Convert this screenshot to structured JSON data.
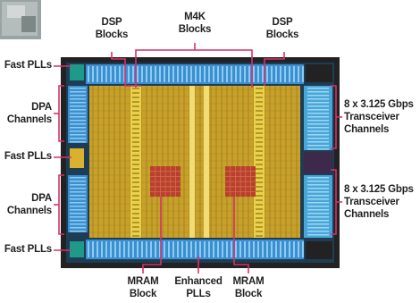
{
  "colors": {
    "background": "#ffffff",
    "label_text": "#222222",
    "callout": "#d6316b",
    "die_border": "#222222",
    "die_fill": "#1f3c55",
    "core_fill": "#c8a12a",
    "dsp_column": "#e9d24a",
    "mram_fill": "#b8412e",
    "io_ring": "#3b8fd1",
    "io_ring_light": "#8ecbf0",
    "transceiver": "#48a6d8",
    "pll_block": "#1e9a8a",
    "thumbnail_photo": "#9aa3a3"
  },
  "labels": {
    "dsp_blocks_left": [
      "DSP",
      "Blocks"
    ],
    "m4k_blocks": [
      "M4K",
      "Blocks"
    ],
    "dsp_blocks_right": [
      "DSP",
      "Blocks"
    ],
    "fast_plls_top": "Fast PLLs",
    "dpa_channels_top": [
      "DPA",
      "Channels"
    ],
    "fast_plls_middle": "Fast PLLs",
    "dpa_channels_bottom": [
      "DPA",
      "Channels"
    ],
    "fast_plls_bottom": "Fast PLLs",
    "transceiver_top": [
      "8 x 3.125 Gbps",
      "Transceiver",
      "Channels"
    ],
    "transceiver_bottom": [
      "8 x 3.125 Gbps",
      "Transceiver",
      "Channels"
    ],
    "mram_block_left": [
      "MRAM",
      "Block"
    ],
    "enhanced_plls": [
      "Enhanced",
      "PLLs"
    ],
    "mram_block_right": [
      "MRAM",
      "Block"
    ]
  }
}
